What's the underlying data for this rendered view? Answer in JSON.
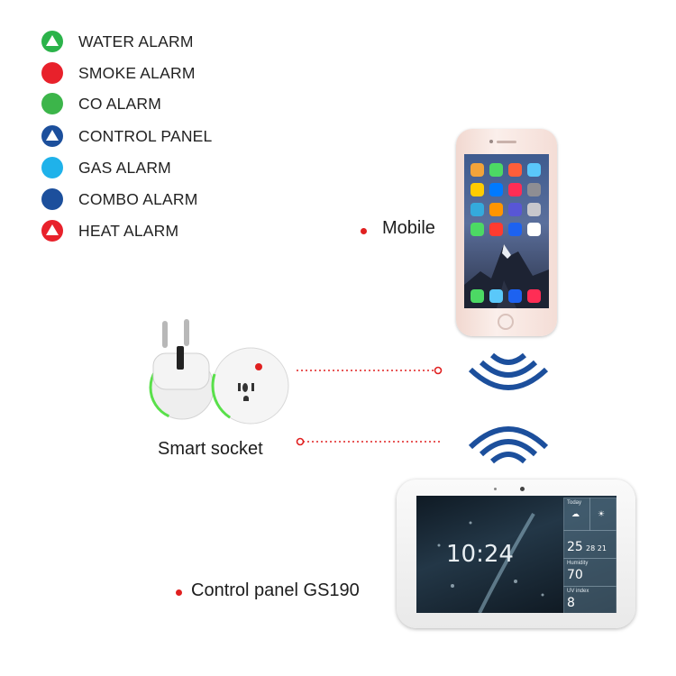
{
  "legend": [
    {
      "label": "WATER ALARM",
      "color": "#2bb34a",
      "triangle": true
    },
    {
      "label": "SMOKE ALARM",
      "color": "#e8212b",
      "triangle": false
    },
    {
      "label": "CO ALARM",
      "color": "#3cb54a",
      "triangle": false
    },
    {
      "label": "CONTROL PANEL",
      "color": "#1c4f9c",
      "triangle": true
    },
    {
      "label": "GAS ALARM",
      "color": "#1fb2ea",
      "triangle": false
    },
    {
      "label": "COMBO ALARM",
      "color": "#1c4f9c",
      "triangle": false
    },
    {
      "label": "HEAT ALARM",
      "color": "#e8212b",
      "triangle": true
    }
  ],
  "labels": {
    "mobile": "Mobile",
    "smart_socket": "Smart socket",
    "control_panel": "Control panel GS190"
  },
  "panel_screen": {
    "time": "10:24",
    "today_caption": "Today",
    "date_value": "25",
    "date_suffix": "28 21",
    "humidity_caption": "Humidity",
    "humidity_value": "70",
    "uv_caption": "UV index",
    "uv_value": "8"
  },
  "colors": {
    "wifi_blue": "#1c4f9c",
    "connector_red": "#e02020",
    "socket_ring_green": "#59e04a"
  },
  "icons": [
    "wifi-signal-icon",
    "weather-cloud-icon"
  ]
}
